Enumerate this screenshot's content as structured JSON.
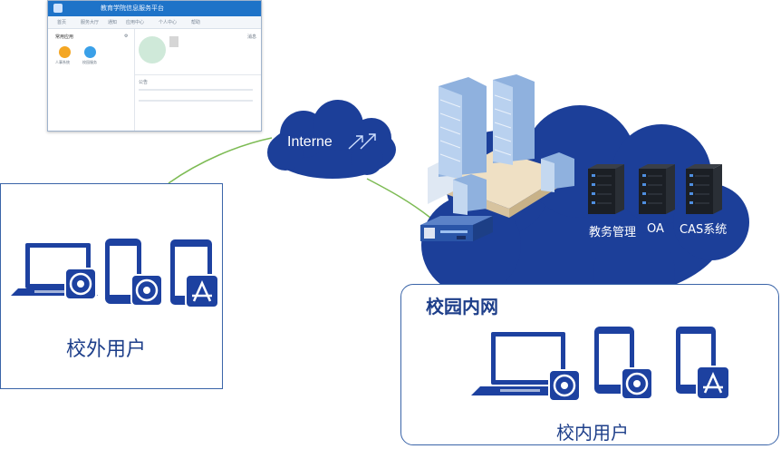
{
  "diagram": {
    "internet_label": "Interne",
    "servers": [
      {
        "label": "教务管理"
      },
      {
        "label": "OA"
      },
      {
        "label": "CAS系统"
      }
    ],
    "external_users_label": "校外用户",
    "campus_network_label": "校园内网",
    "internal_users_label": "校内用户"
  },
  "screenshot": {
    "title": "教育学院信息服务平台",
    "menu": [
      "首页",
      "服务大厅",
      "通知",
      "应用中心",
      "个人中心",
      "帮助"
    ],
    "apps_heading": "常用应用",
    "apps": [
      "人事系统",
      "校园服务"
    ],
    "profile_heading": "消息",
    "notice_label": "公告",
    "colors": {
      "titlebar": "#1e73c8"
    }
  },
  "colors": {
    "cloud": "#1c3f99",
    "link": "#7dbb54",
    "device": "#1d41a0",
    "label": "#1e3f8a"
  }
}
